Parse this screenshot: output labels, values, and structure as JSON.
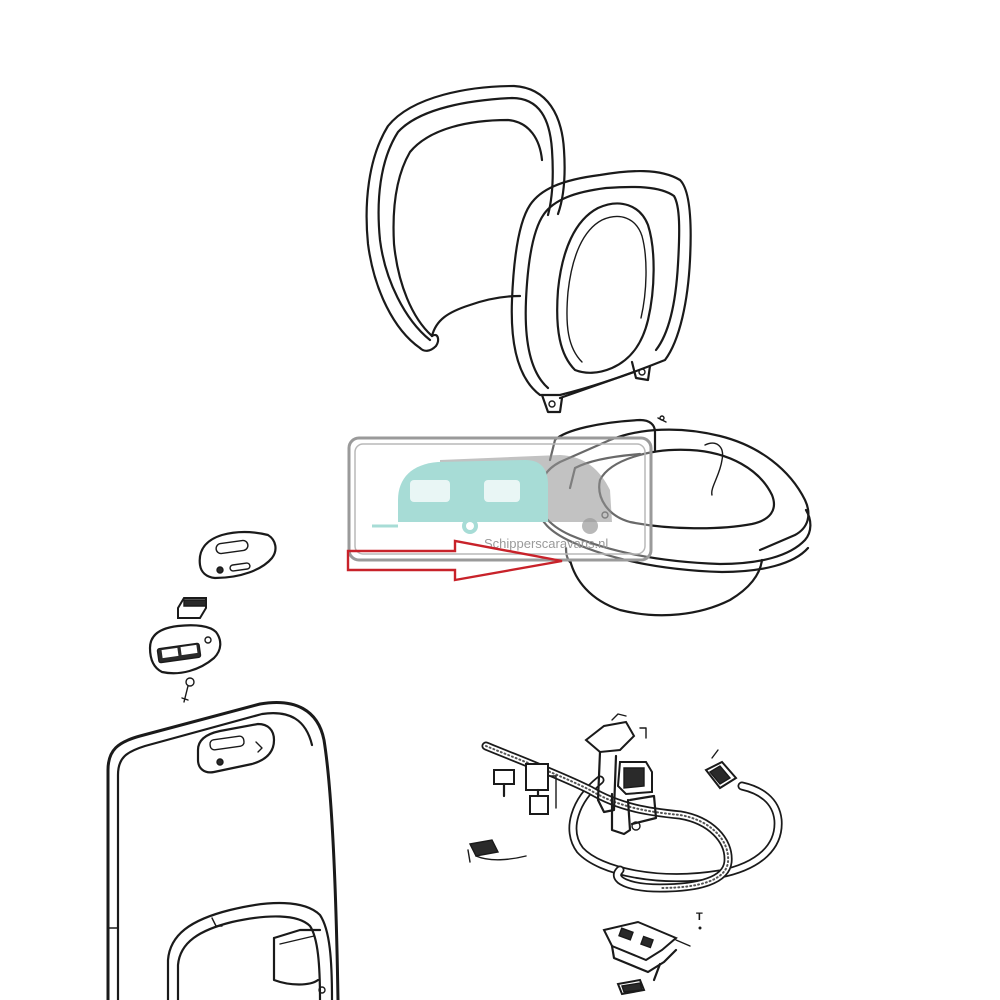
{
  "figure": {
    "kind": "exploded parts drawing",
    "subject": "cassette toilet parts"
  },
  "watermark": {
    "text": "Schipperscaravans.nl",
    "colors": {
      "caravan": "#a7dcd6",
      "frame": "#9a9a9a"
    }
  },
  "callout_arrow": {
    "color": "#c8222a",
    "icon": "outline-arrow-icon"
  },
  "part_marks": {
    "small_t": "T"
  }
}
